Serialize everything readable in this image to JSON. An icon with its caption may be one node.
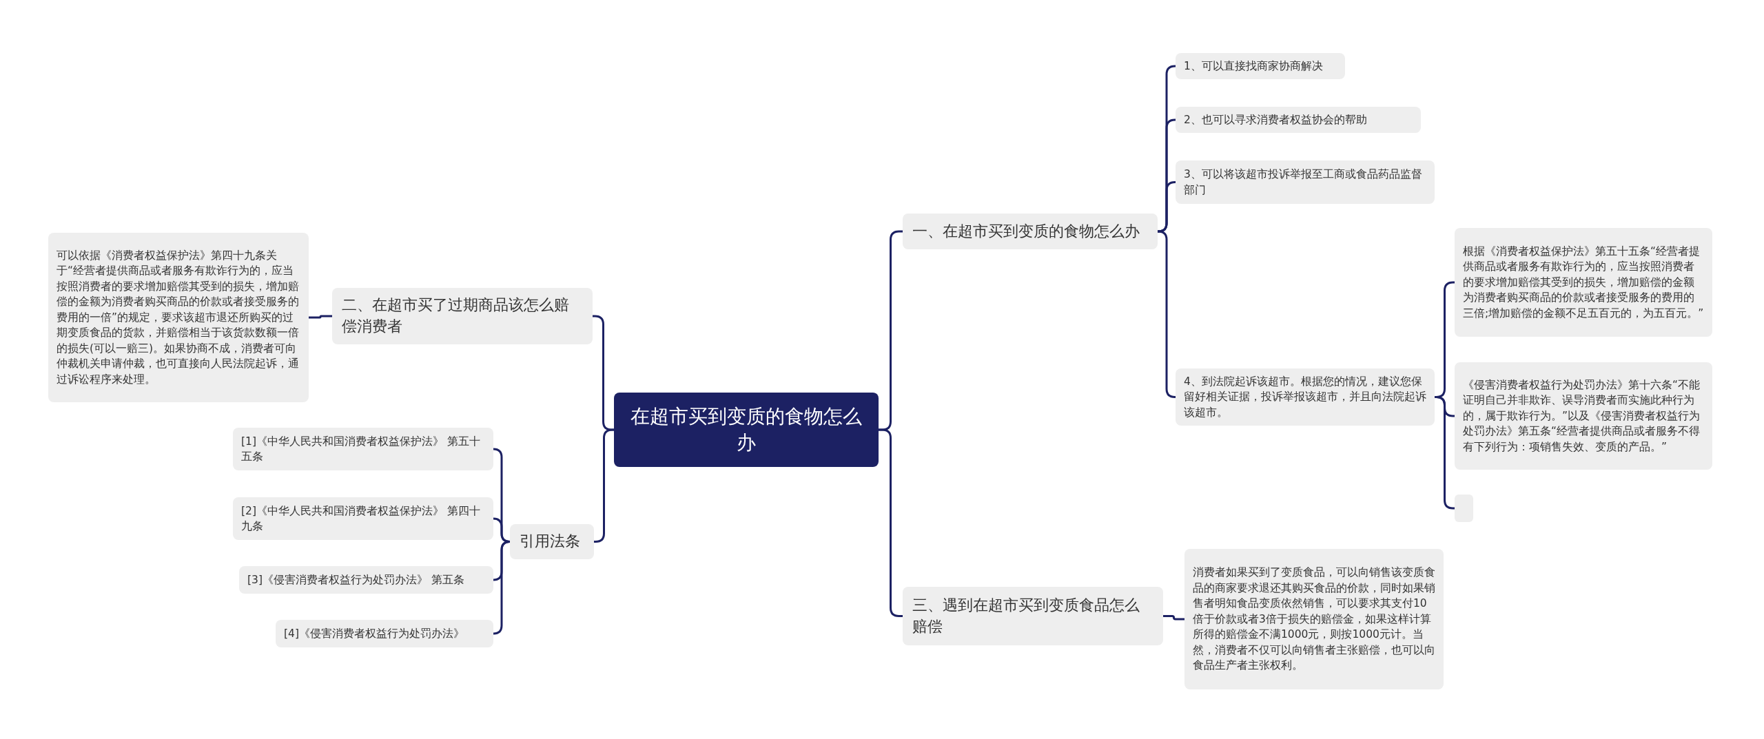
{
  "diagram": {
    "nodes": [
      {
        "text": [
          "在超市买到变质的食物怎么办"
        ]
      },
      {
        "text": [
          "一、在超市买到变质的食物怎么办"
        ]
      },
      {
        "text": [
          "1、可以直接找商家协商解决"
        ]
      },
      {
        "text": [
          "2、也可以寻求消费者权益协会的帮助"
        ]
      },
      {
        "text": [
          "3、可以将该超市投诉举报至工商或食品药品监督部门"
        ]
      },
      {
        "text": [
          "4、到法院起诉该超市。根据您的情况，建议您保留好相关证据，投诉举报该超市，并且向法院起诉该超市。"
        ]
      },
      {
        "text": [
          "根据《消费者权益保护法》第五十五条“经营者提供商品或者服务有欺诈行为的，应当按照消费者的要求增加赔偿其受到的损失，增加赔偿的金额为消费者购买商品的价款或者接受服务的费用的三倍;增加赔偿的金额不足五百元的，为五百元。”"
        ]
      },
      {
        "text": [
          "《侵害消费者权益行为处罚办法》第十六条“不能证明自己并非欺诈、误导消费者而实施此种行为的，属于欺诈行为。”以及《侵害消费者权益行为处罚办法》第五条“经营者提供商品或者服务不得有下列行为：项销售失效、变质的产品。”"
        ]
      },
      {
        "text": [],
        "shape": "box"
      },
      {
        "text": [
          "三、遇到在超市买到变质食品怎么赔偿"
        ]
      },
      {
        "text": [
          "消费者如果买到了变质食品，可以向销售该变质食品的商家要求退还其购买食品的价款，同时如果销售者明知食品变质依然销售，可以要求其支付10倍于价款或者3倍于损失的赔偿金，如果这样计算所得的赔偿金不满1000元，则按1000元计。当然，消费者不仅可以向销售者主张赔偿，也可以向食品生产者主张权利。"
        ]
      },
      {
        "text": [
          "二、在超市买了过期商品该怎么赔偿消费者"
        ]
      },
      {
        "text": [
          "可以依据《消费者权益保护法》第四十九条关于“经营者提供商品或者服务有欺诈行为的，应当按照消费者的要求增加赔偿其受到的损失，增加赔偿的金额为消费者购买商品的价款或者接受服务的费用的一倍”的规定，要求该超市退还所购买的过期变质食品的货款，并赔偿相当于该货款数额一倍的损失(可以一赔三)。如果协商不成，消费者可向仲裁机关申请仲裁，也可直接向人民法院起诉，通过诉讼程序来处理。"
        ]
      },
      {
        "text": [
          "引用法条"
        ]
      },
      {
        "text": [
          "[1]《中华人民共和国消费者权益保护法》 第五十五条"
        ]
      },
      {
        "text": [
          "[2]《中华人民共和国消费者权益保护法》 第四十九条"
        ]
      },
      {
        "text": [
          "[3]《侵害消费者权益行为处罚办法》 第五条"
        ]
      },
      {
        "text": [
          "[4]《侵害消费者权益行为处罚办法》"
        ]
      }
    ],
    "edges": [
      {
        "from": 0,
        "to": 1,
        "arrow": "none"
      },
      {
        "from": 1,
        "to": 2,
        "arrow": "none"
      },
      {
        "from": 1,
        "to": 3,
        "arrow": "none"
      },
      {
        "from": 1,
        "to": 4,
        "arrow": "none"
      },
      {
        "from": 1,
        "to": 5,
        "arrow": "none"
      },
      {
        "from": 5,
        "to": 6,
        "arrow": "none"
      },
      {
        "from": 5,
        "to": 7,
        "arrow": "none"
      },
      {
        "from": 5,
        "to": 8,
        "arrow": "none"
      },
      {
        "from": 0,
        "to": 9,
        "arrow": "none"
      },
      {
        "from": 9,
        "to": 10,
        "arrow": "none"
      },
      {
        "from": 0,
        "to": 11,
        "arrow": "none"
      },
      {
        "from": 11,
        "to": 12,
        "arrow": "none"
      },
      {
        "from": 0,
        "to": 13,
        "arrow": "none"
      },
      {
        "from": 13,
        "to": 14,
        "arrow": "none"
      },
      {
        "from": 13,
        "to": 15,
        "arrow": "none"
      },
      {
        "from": 13,
        "to": 16,
        "arrow": "none"
      },
      {
        "from": 13,
        "to": 17,
        "arrow": "none"
      }
    ]
  }
}
